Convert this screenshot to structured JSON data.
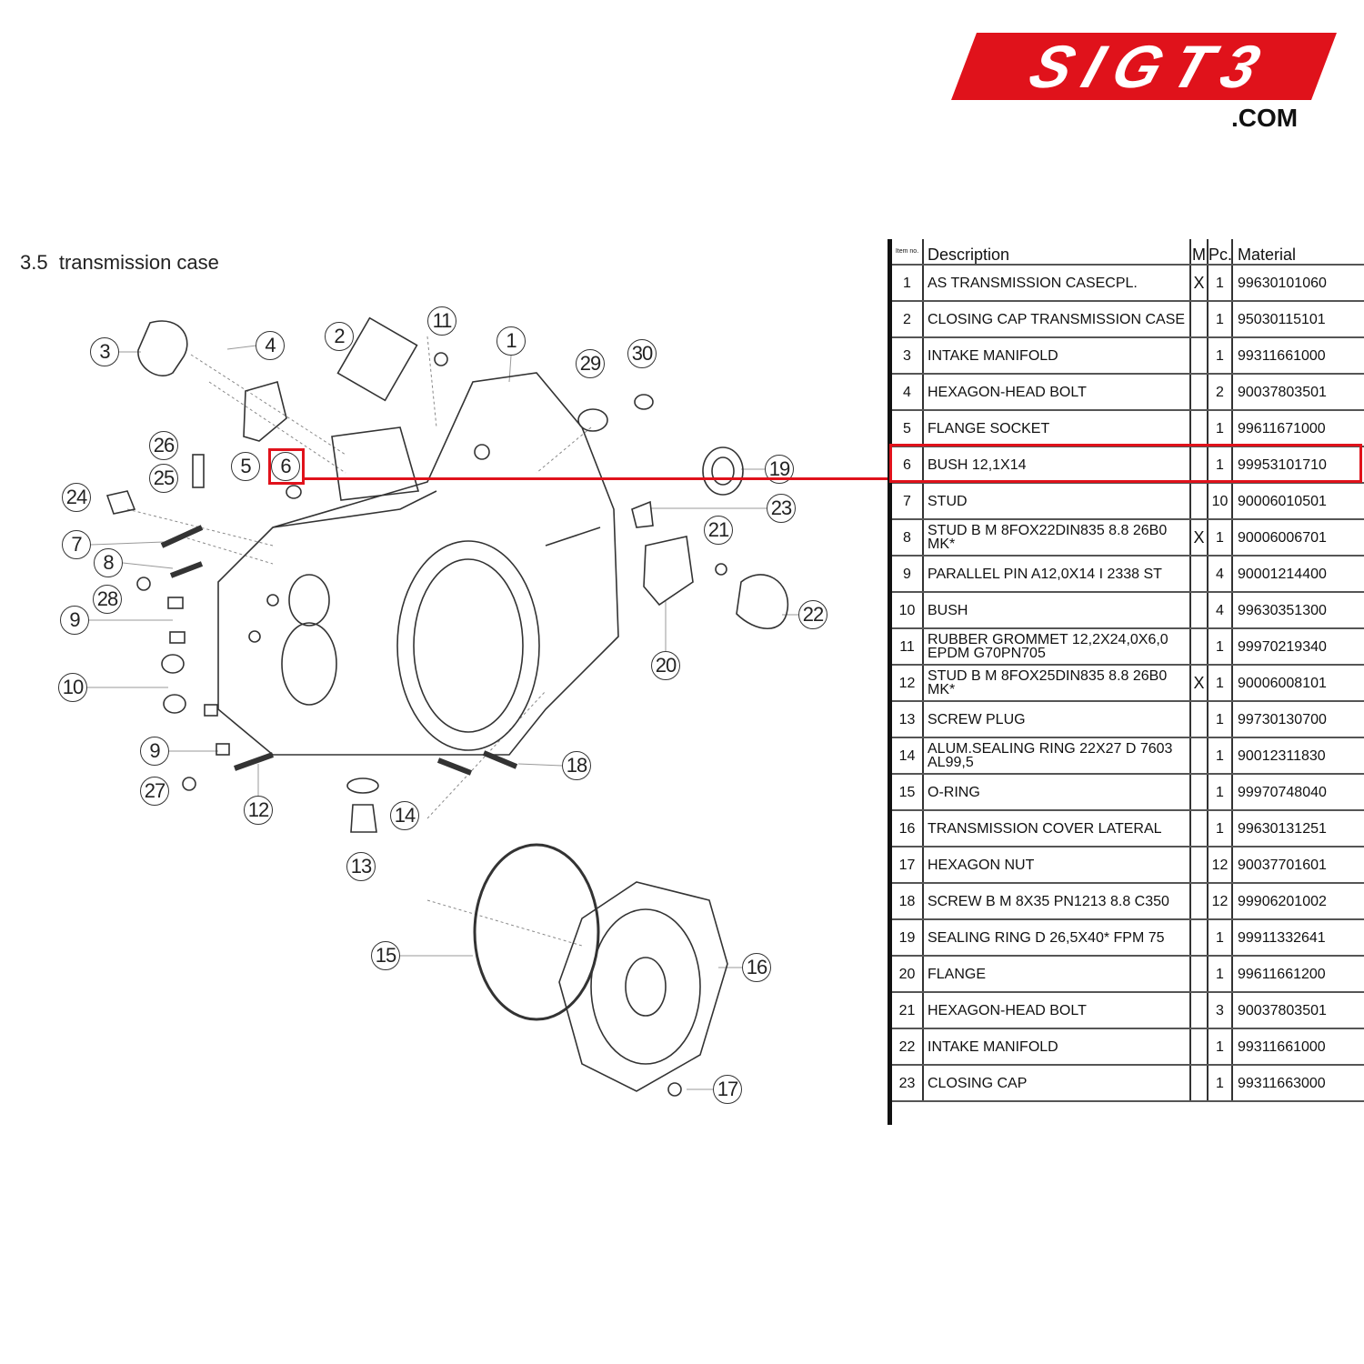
{
  "logo": {
    "text": "SIGT3",
    "suffix": ".COM",
    "color": "#e0121b"
  },
  "section": {
    "number": "3.5",
    "title": "transmission case"
  },
  "highlight": {
    "item": "6",
    "color": "#e0121b"
  },
  "callouts": [
    "3",
    "4",
    "2",
    "11",
    "1",
    "29",
    "30",
    "26",
    "25",
    "5",
    "6",
    "19",
    "23",
    "24",
    "21",
    "7",
    "8",
    "28",
    "9",
    "22",
    "20",
    "10",
    "9",
    "18",
    "27",
    "12",
    "14",
    "13",
    "15",
    "16",
    "17"
  ],
  "table": {
    "headers": {
      "item_no": "Item no.",
      "description": "Description",
      "m": "M",
      "pc": "Pc.",
      "material": "Material"
    },
    "rows": [
      {
        "no": "1",
        "desc": "AS TRANSMISSION CASECPL.",
        "m": "X",
        "pc": "1",
        "mat": "99630101060"
      },
      {
        "no": "2",
        "desc": "CLOSING CAP TRANSMISSION CASE",
        "m": "",
        "pc": "1",
        "mat": "95030115101"
      },
      {
        "no": "3",
        "desc": "INTAKE MANIFOLD",
        "m": "",
        "pc": "1",
        "mat": "99311661000"
      },
      {
        "no": "4",
        "desc": "HEXAGON-HEAD BOLT",
        "m": "",
        "pc": "2",
        "mat": "90037803501"
      },
      {
        "no": "5",
        "desc": "FLANGE SOCKET",
        "m": "",
        "pc": "1",
        "mat": "99611671000"
      },
      {
        "no": "6",
        "desc": "BUSH 12,1X14",
        "m": "",
        "pc": "1",
        "mat": "99953101710"
      },
      {
        "no": "7",
        "desc": "STUD",
        "m": "",
        "pc": "10",
        "mat": "90006010501"
      },
      {
        "no": "8",
        "desc": "STUD B M 8FOX22DIN835 8.8 26B0 MK*",
        "m": "X",
        "pc": "1",
        "mat": "90006006701"
      },
      {
        "no": "9",
        "desc": "PARALLEL PIN A12,0X14 I 2338 ST",
        "m": "",
        "pc": "4",
        "mat": "90001214400"
      },
      {
        "no": "10",
        "desc": "BUSH",
        "m": "",
        "pc": "4",
        "mat": "99630351300"
      },
      {
        "no": "11",
        "desc": "RUBBER GROMMET 12,2X24,0X6,0 EPDM G70PN705",
        "m": "",
        "pc": "1",
        "mat": "99970219340"
      },
      {
        "no": "12",
        "desc": "STUD B M 8FOX25DIN835 8.8 26B0 MK*",
        "m": "X",
        "pc": "1",
        "mat": "90006008101"
      },
      {
        "no": "13",
        "desc": "SCREW PLUG",
        "m": "",
        "pc": "1",
        "mat": "99730130700"
      },
      {
        "no": "14",
        "desc": "ALUM.SEALING RING 22X27 D 7603 AL99,5",
        "m": "",
        "pc": "1",
        "mat": "90012311830"
      },
      {
        "no": "15",
        "desc": "O-RING",
        "m": "",
        "pc": "1",
        "mat": "99970748040"
      },
      {
        "no": "16",
        "desc": "TRANSMISSION COVER LATERAL",
        "m": "",
        "pc": "1",
        "mat": "99630131251"
      },
      {
        "no": "17",
        "desc": "HEXAGON NUT",
        "m": "",
        "pc": "12",
        "mat": "90037701601"
      },
      {
        "no": "18",
        "desc": "SCREW B M 8X35 PN1213 8.8 C350",
        "m": "",
        "pc": "12",
        "mat": "99906201002"
      },
      {
        "no": "19",
        "desc": "SEALING RING D 26,5X40* FPM 75",
        "m": "",
        "pc": "1",
        "mat": "99911332641"
      },
      {
        "no": "20",
        "desc": "FLANGE",
        "m": "",
        "pc": "1",
        "mat": "99611661200"
      },
      {
        "no": "21",
        "desc": "HEXAGON-HEAD BOLT",
        "m": "",
        "pc": "3",
        "mat": "90037803501"
      },
      {
        "no": "22",
        "desc": "INTAKE MANIFOLD",
        "m": "",
        "pc": "1",
        "mat": "99311661000"
      },
      {
        "no": "23",
        "desc": "CLOSING CAP",
        "m": "",
        "pc": "1",
        "mat": "99311663000"
      }
    ]
  }
}
